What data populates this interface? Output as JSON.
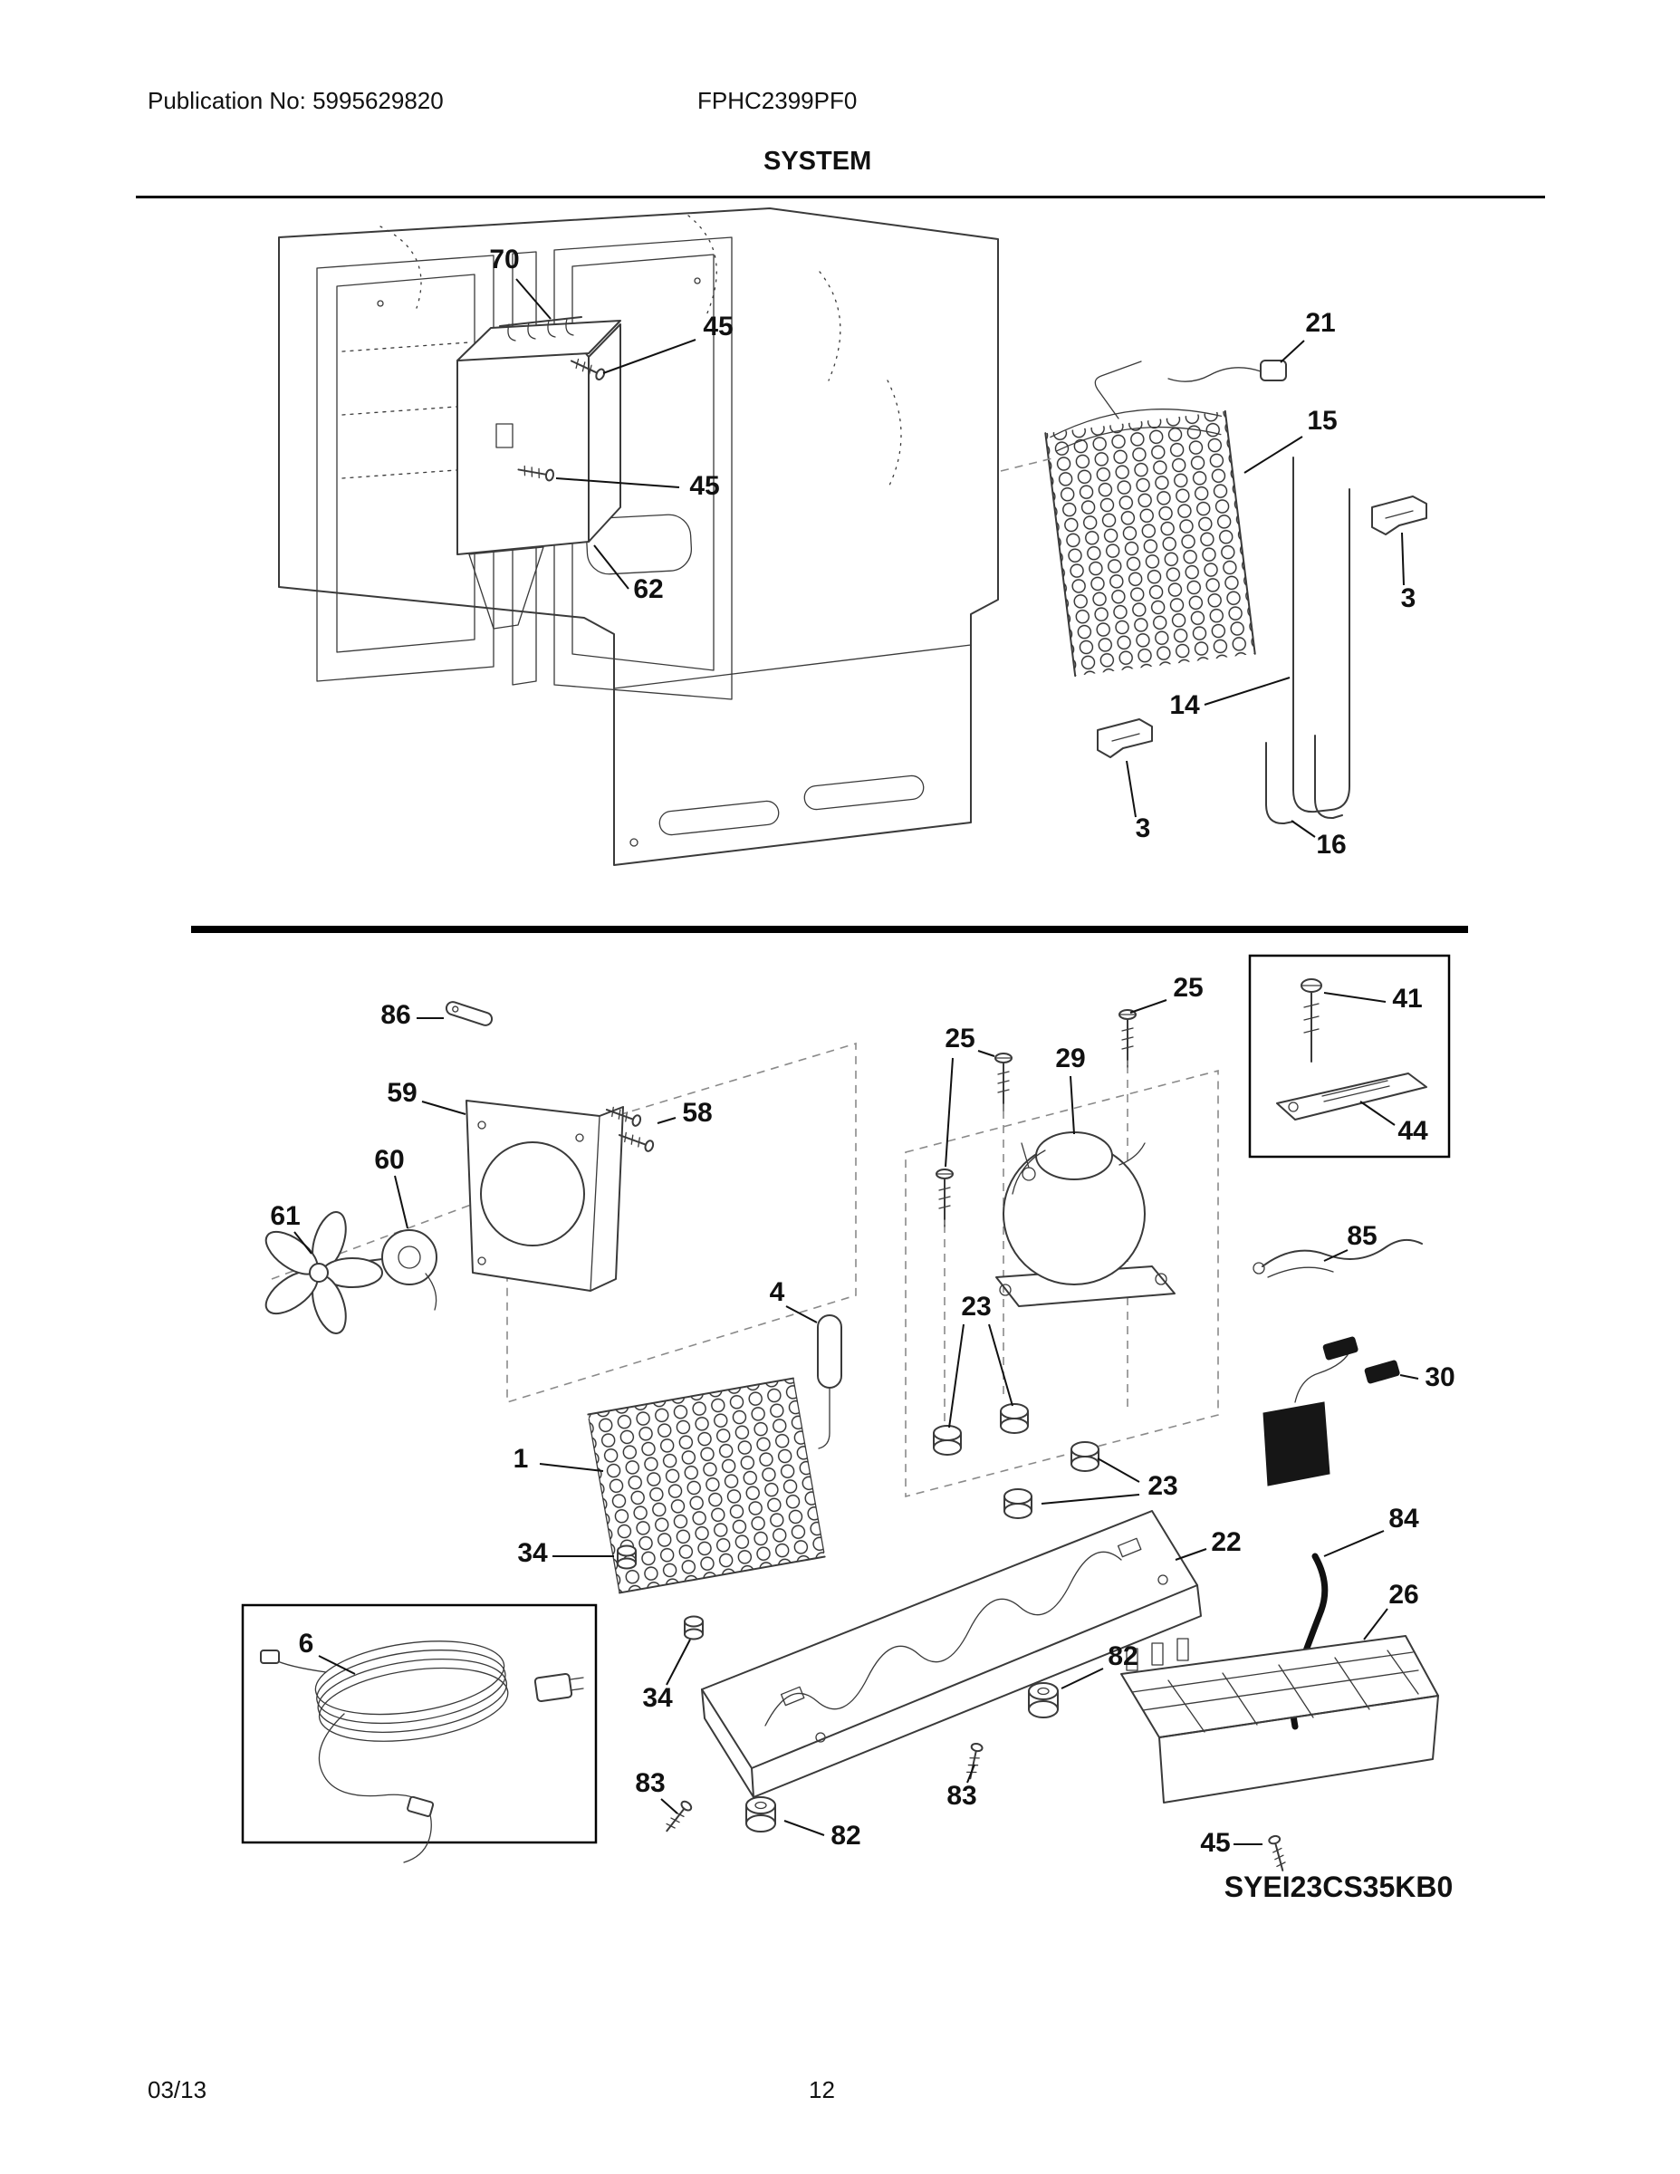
{
  "header": {
    "publication": "Publication No: 5995629820",
    "model": "FPHC2399PF0"
  },
  "title": "SYSTEM",
  "footer": {
    "date": "03/13",
    "page": "12"
  },
  "diagram": {
    "model_label": "SYEI23CS35KB0",
    "callouts": {
      "c70": "70",
      "c45a": "45",
      "c45b": "45",
      "c62": "62",
      "c21": "21",
      "c15": "15",
      "c3a": "3",
      "c14": "14",
      "c3b": "3",
      "c16": "16",
      "c86": "86",
      "c59": "59",
      "c58": "58",
      "c60": "60",
      "c61": "61",
      "c25a": "25",
      "c25b": "25",
      "c29": "29",
      "c41": "41",
      "c44": "44",
      "c85": "85",
      "c4": "4",
      "c23a": "23",
      "c30": "30",
      "c1": "1",
      "c23b": "23",
      "c34a": "34",
      "c22": "22",
      "c84": "84",
      "c26": "26",
      "c6": "6",
      "c34b": "34",
      "c82a": "82",
      "c83a": "83",
      "c83b": "83",
      "c82b": "82",
      "c45c": "45"
    }
  }
}
